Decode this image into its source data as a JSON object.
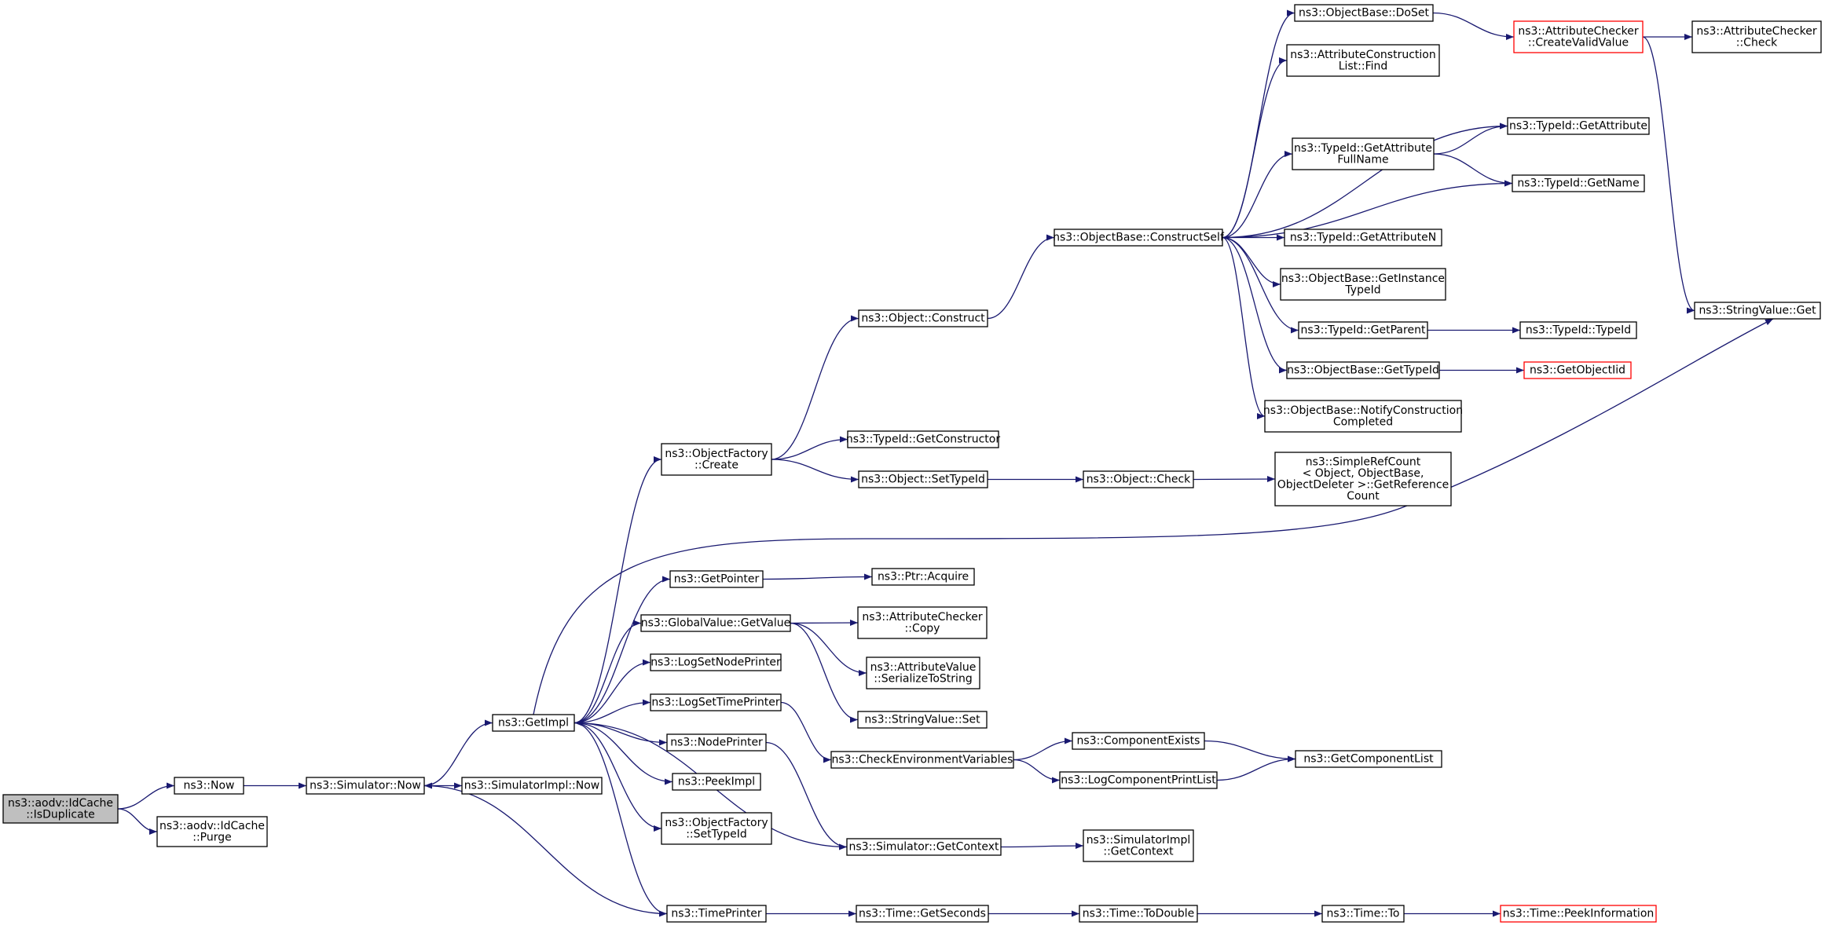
{
  "graph": {
    "nodes": [
      {
        "id": "isdup",
        "lines": [
          "ns3::aodv::IdCache",
          "::IsDuplicate"
        ],
        "style": "gray"
      },
      {
        "id": "now",
        "lines": [
          "ns3::Now"
        ]
      },
      {
        "id": "purge",
        "lines": [
          "ns3::aodv::IdCache",
          "::Purge"
        ]
      },
      {
        "id": "simnow",
        "lines": [
          "ns3::Simulator::Now"
        ]
      },
      {
        "id": "getimpl",
        "lines": [
          "ns3::GetImpl"
        ]
      },
      {
        "id": "simimplnow",
        "lines": [
          "ns3::SimulatorImpl::Now"
        ]
      },
      {
        "id": "ofcreate",
        "lines": [
          "ns3::ObjectFactory",
          "::Create"
        ]
      },
      {
        "id": "getpointer",
        "lines": [
          "ns3::GetPointer"
        ]
      },
      {
        "id": "gvgetvalue",
        "lines": [
          "ns3::GlobalValue::GetValue"
        ]
      },
      {
        "id": "lognode",
        "lines": [
          "ns3::LogSetNodePrinter"
        ]
      },
      {
        "id": "logtime",
        "lines": [
          "ns3::LogSetTimePrinter"
        ]
      },
      {
        "id": "nodeprinter",
        "lines": [
          "ns3::NodePrinter"
        ]
      },
      {
        "id": "peekimpl",
        "lines": [
          "ns3::PeekImpl"
        ]
      },
      {
        "id": "ofsettypeid",
        "lines": [
          "ns3::ObjectFactory",
          "::SetTypeId"
        ]
      },
      {
        "id": "timeprinter",
        "lines": [
          "ns3::TimePrinter"
        ]
      },
      {
        "id": "objconstruct",
        "lines": [
          "ns3::Object::Construct"
        ]
      },
      {
        "id": "getconstructor",
        "lines": [
          "ns3::TypeId::GetConstructor"
        ]
      },
      {
        "id": "objsettypeid",
        "lines": [
          "ns3::Object::SetTypeId"
        ]
      },
      {
        "id": "ptracquire",
        "lines": [
          "ns3::Ptr::Acquire"
        ]
      },
      {
        "id": "accopy",
        "lines": [
          "ns3::AttributeChecker",
          "::Copy"
        ]
      },
      {
        "id": "avserialize",
        "lines": [
          "ns3::AttributeValue",
          "::SerializeToString"
        ]
      },
      {
        "id": "svset",
        "lines": [
          "ns3::StringValue::Set"
        ]
      },
      {
        "id": "checkenv",
        "lines": [
          "ns3::CheckEnvironmentVariables"
        ]
      },
      {
        "id": "simgetctx",
        "lines": [
          "ns3::Simulator::GetContext"
        ]
      },
      {
        "id": "timegetsec",
        "lines": [
          "ns3::Time::GetSeconds"
        ]
      },
      {
        "id": "constructself",
        "lines": [
          "ns3::ObjectBase::ConstructSelf"
        ]
      },
      {
        "id": "objcheck",
        "lines": [
          "ns3::Object::Check"
        ]
      },
      {
        "id": "compexists",
        "lines": [
          "ns3::ComponentExists"
        ]
      },
      {
        "id": "logcompprint",
        "lines": [
          "ns3::LogComponentPrintList"
        ]
      },
      {
        "id": "simimplgetctx",
        "lines": [
          "ns3::SimulatorImpl",
          "::GetContext"
        ]
      },
      {
        "id": "timetodouble",
        "lines": [
          "ns3::Time::ToDouble"
        ]
      },
      {
        "id": "doset",
        "lines": [
          "ns3::ObjectBase::DoSet"
        ]
      },
      {
        "id": "aclfind",
        "lines": [
          "ns3::AttributeConstruction",
          "List::Find"
        ]
      },
      {
        "id": "getattrfullname",
        "lines": [
          "ns3::TypeId::GetAttribute",
          "FullName"
        ]
      },
      {
        "id": "getattributen",
        "lines": [
          "ns3::TypeId::GetAttributeN"
        ]
      },
      {
        "id": "getinstancetypeid",
        "lines": [
          "ns3::ObjectBase::GetInstance",
          "TypeId"
        ]
      },
      {
        "id": "getparent",
        "lines": [
          "ns3::TypeId::GetParent"
        ]
      },
      {
        "id": "obgettypeid",
        "lines": [
          "ns3::ObjectBase::GetTypeId"
        ]
      },
      {
        "id": "notifycc",
        "lines": [
          "ns3::ObjectBase::NotifyConstruction",
          "Completed"
        ]
      },
      {
        "id": "simplerefcount",
        "lines": [
          "ns3::SimpleRefCount",
          "< Object, ObjectBase,",
          "ObjectDeleter >::GetReference",
          "Count"
        ]
      },
      {
        "id": "getcomplist",
        "lines": [
          "ns3::GetComponentList"
        ]
      },
      {
        "id": "timeto",
        "lines": [
          "ns3::Time::To"
        ]
      },
      {
        "id": "accreatevalid",
        "lines": [
          "ns3::AttributeChecker",
          "::CreateValidValue"
        ],
        "style": "red"
      },
      {
        "id": "tigetattribute",
        "lines": [
          "ns3::TypeId::GetAttribute"
        ]
      },
      {
        "id": "tigetname",
        "lines": [
          "ns3::TypeId::GetName"
        ]
      },
      {
        "id": "titypeid",
        "lines": [
          "ns3::TypeId::TypeId"
        ]
      },
      {
        "id": "getobjectiid",
        "lines": [
          "ns3::GetObjectIid"
        ],
        "style": "red"
      },
      {
        "id": "peekinfo",
        "lines": [
          "ns3::Time::PeekInformation"
        ],
        "style": "red"
      },
      {
        "id": "accheck",
        "lines": [
          "ns3::AttributeChecker",
          "::Check"
        ]
      },
      {
        "id": "svget",
        "lines": [
          "ns3::StringValue::Get"
        ]
      }
    ]
  }
}
